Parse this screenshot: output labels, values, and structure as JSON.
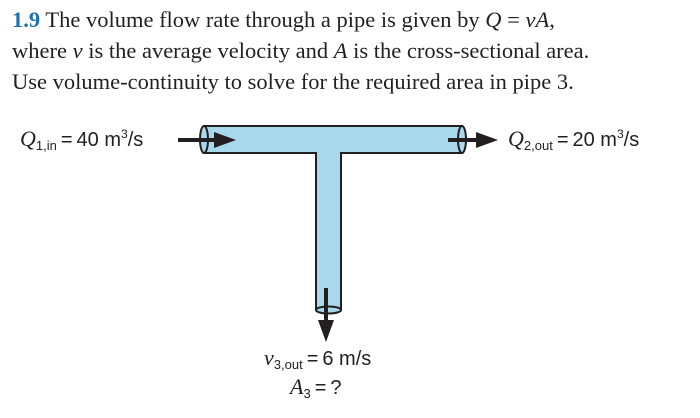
{
  "problem": {
    "number": "1.9",
    "s1": "The volume flow rate through a pipe is given by",
    "q": "Q",
    "eq": "=",
    "v": "v",
    "a": "A",
    "s2": ",",
    "s3": "where",
    "s4": "is the average velocity and",
    "s5": "is the cross-sectional area.",
    "s6": "Use volume-continuity to solve for the required area in pipe 3."
  },
  "inlet": {
    "var": "Q",
    "sub": "1,in",
    "eq": "=",
    "value": "40 m",
    "sup": "3",
    "unit": "/s"
  },
  "outlet": {
    "var": "Q",
    "sub": "2,out",
    "eq": "=",
    "value": "20 m",
    "sup": "3",
    "unit": "/s"
  },
  "branch": {
    "vel_var": "v",
    "vel_sub": "3,out",
    "vel_eq": "=",
    "vel_value": "6 m/s",
    "area_var": "A",
    "area_sub": "3",
    "area_eq": "=",
    "area_value": "?"
  },
  "colors": {
    "pipe": "#a7d8ec",
    "outline": "#231f20",
    "accent": "#1f6fb5"
  }
}
